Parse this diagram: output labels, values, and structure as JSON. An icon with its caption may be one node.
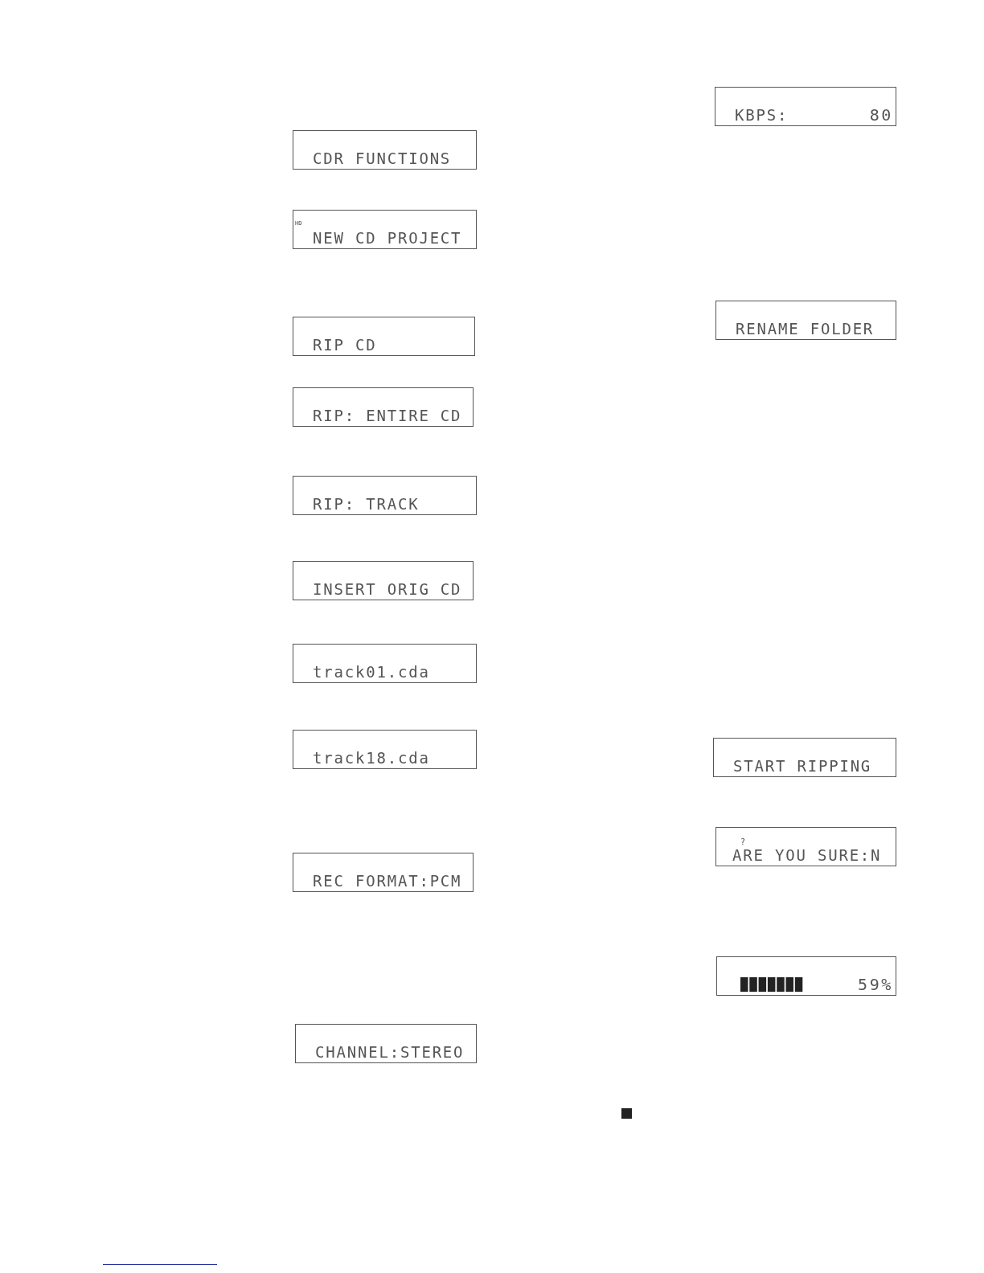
{
  "diagram": {
    "nodes": [
      {
        "text": [
          "KBPS:",
          "80"
        ]
      },
      {
        "text": [
          "CDR FUNCTIONS"
        ]
      },
      {
        "text": [
          "HD",
          "NEW CD PROJECT"
        ]
      },
      {
        "text": [
          "RENAME FOLDER"
        ]
      },
      {
        "text": [
          "RIP CD"
        ]
      },
      {
        "text": [
          "RIP: ENTIRE CD"
        ]
      },
      {
        "text": [
          "RIP: TRACK"
        ]
      },
      {
        "text": [
          "INSERT ORIG CD"
        ]
      },
      {
        "text": [
          "track01.cda"
        ]
      },
      {
        "text": [
          "track18.cda"
        ]
      },
      {
        "text": [
          "START RIPPING"
        ]
      },
      {
        "text": [
          "?",
          "ARE YOU SURE:N"
        ]
      },
      {
        "text": [
          "REC FORMAT:PCM"
        ]
      },
      {
        "text": [
          "59%"
        ]
      },
      {
        "text": [
          "CHANNEL:STEREO"
        ]
      }
    ]
  }
}
